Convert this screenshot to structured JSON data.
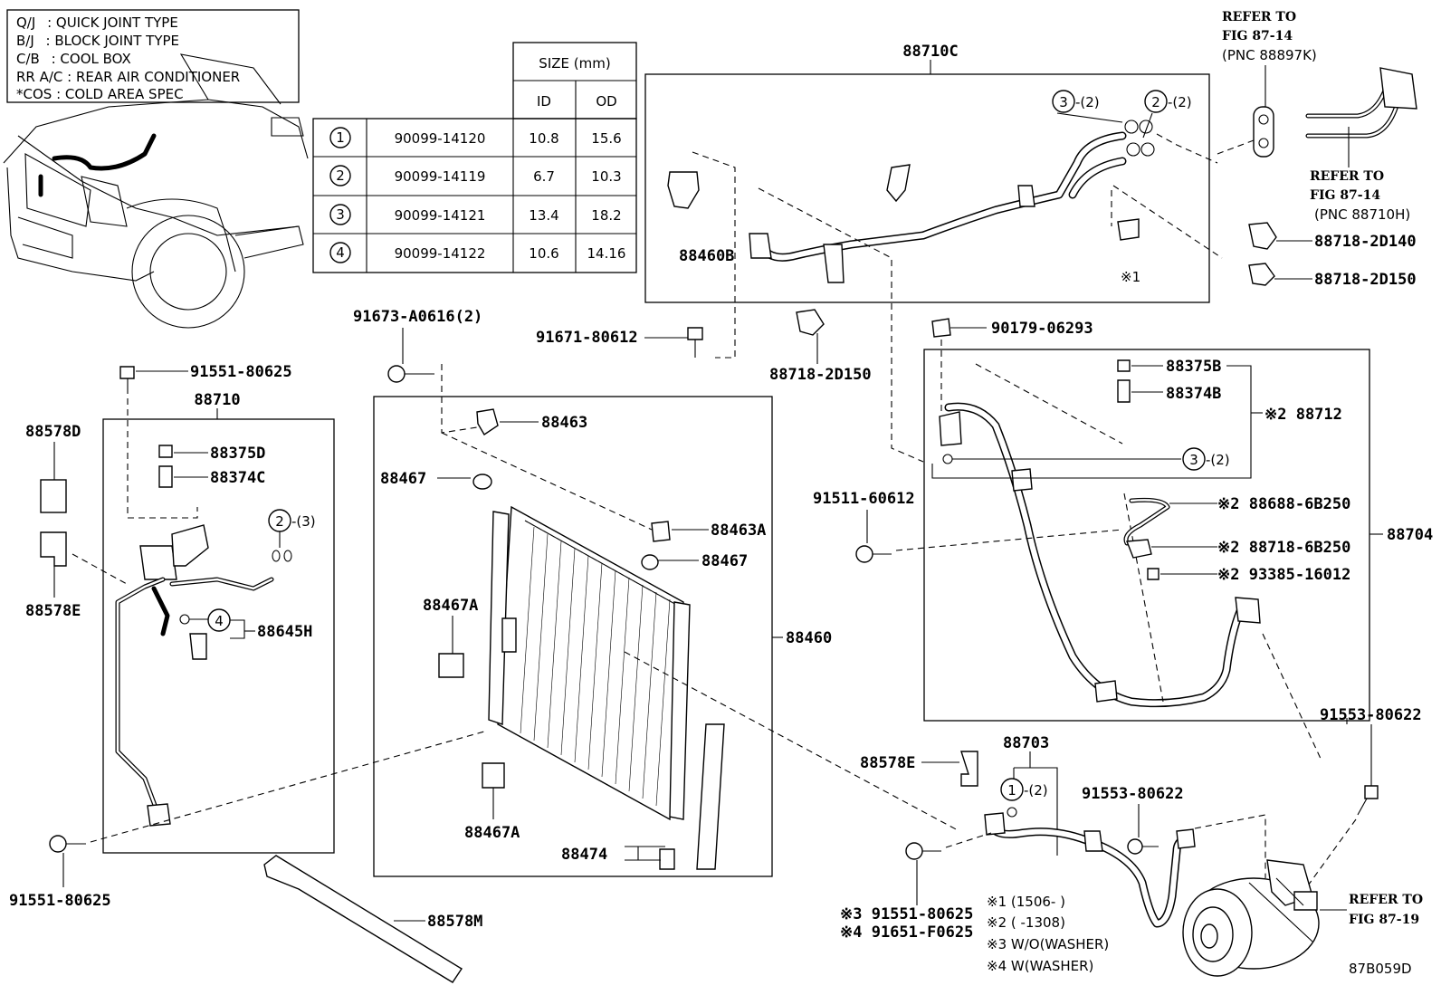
{
  "legend": [
    {
      "abbr": "Q/J",
      "text": "QUICK JOINT TYPE"
    },
    {
      "abbr": "B/J",
      "text": "BLOCK JOINT TYPE"
    },
    {
      "abbr": "C/B",
      "text": "COOL BOX"
    },
    {
      "abbr": "RR A/C",
      "text": "REAR AIR CONDITIONER"
    },
    {
      "abbr": "*COS",
      "text": "COLD AREA SPEC"
    }
  ],
  "size_table": {
    "header": "SIZE (mm)",
    "col_id": "ID",
    "col_od": "OD",
    "rows": [
      {
        "key": "1",
        "part": "90099-14120",
        "id": "10.8",
        "od": "15.6"
      },
      {
        "key": "2",
        "part": "90099-14119",
        "id": "6.7",
        "od": "10.3"
      },
      {
        "key": "3",
        "part": "90099-14121",
        "id": "13.4",
        "od": "18.2"
      },
      {
        "key": "4",
        "part": "90099-14122",
        "id": "10.6",
        "od": "14.16"
      }
    ]
  },
  "parts": {
    "p88710C": "88710C",
    "p88460B": "88460B",
    "p_x1": "※1",
    "circ3": "3",
    "circ2": "2",
    "qty2": "-(2)",
    "qty2b": "-(2)",
    "ref1a": "REFER TO",
    "ref1b": "FIG 87-14",
    "ref1c": "(PNC 88897K)",
    "ref2a": "REFER TO",
    "ref2b": "FIG 87-14",
    "ref2c": "(PNC 88710H)",
    "p88718_2D140": "88718-2D140",
    "p88718_2D150a": "88718-2D150",
    "p91673": "91673-A0616(2)",
    "p91671": "91671-80612",
    "p88718_2D150b": "88718-2D150",
    "p90179": "90179-06293",
    "p88375B": "88375B",
    "p88374B": "88374B",
    "p88712": "※2 88712",
    "circ3b": "3",
    "qty2c": "-(2)",
    "p91551a": "91551-80625",
    "p88710": "88710",
    "p88578D": "88578D",
    "p88375D": "88375D",
    "p88374C": "88374C",
    "circ2b": "2",
    "qty3": "-(3)",
    "p88578E": "88578E",
    "circ4": "4",
    "p88645H": "88645H",
    "p91551b": "91551-80625",
    "p88463": "88463",
    "p88467a": "88467",
    "p88463A": "88463A",
    "p88467b": "88467",
    "p88467Aa": "88467A",
    "p88460": "88460",
    "p88467Ab": "88467A",
    "p88474": "88474",
    "p88578M": "88578M",
    "p91511": "91511-60612",
    "p88688": "※2 88688-6B250",
    "p88718_6B250": "※2 88718-6B250",
    "p93385": "※2  93385-16012",
    "p88704": "88704",
    "p88703": "88703",
    "p88578E2": "88578E",
    "circ1": "1",
    "qty2d": "-(2)",
    "p91553a": "91553-80622",
    "p91553b": "91553-80622",
    "p91551c": "※3 91551-80625",
    "p91651": "※4 91651-F0625",
    "ref3a": "REFER TO",
    "ref3b": "FIG 87-19"
  },
  "notes": [
    "※1 (1506-       )",
    "※2 (       -1308)",
    "※3 W/O(WASHER)",
    "※4 W(WASHER)"
  ],
  "figure_id": "87B059D"
}
